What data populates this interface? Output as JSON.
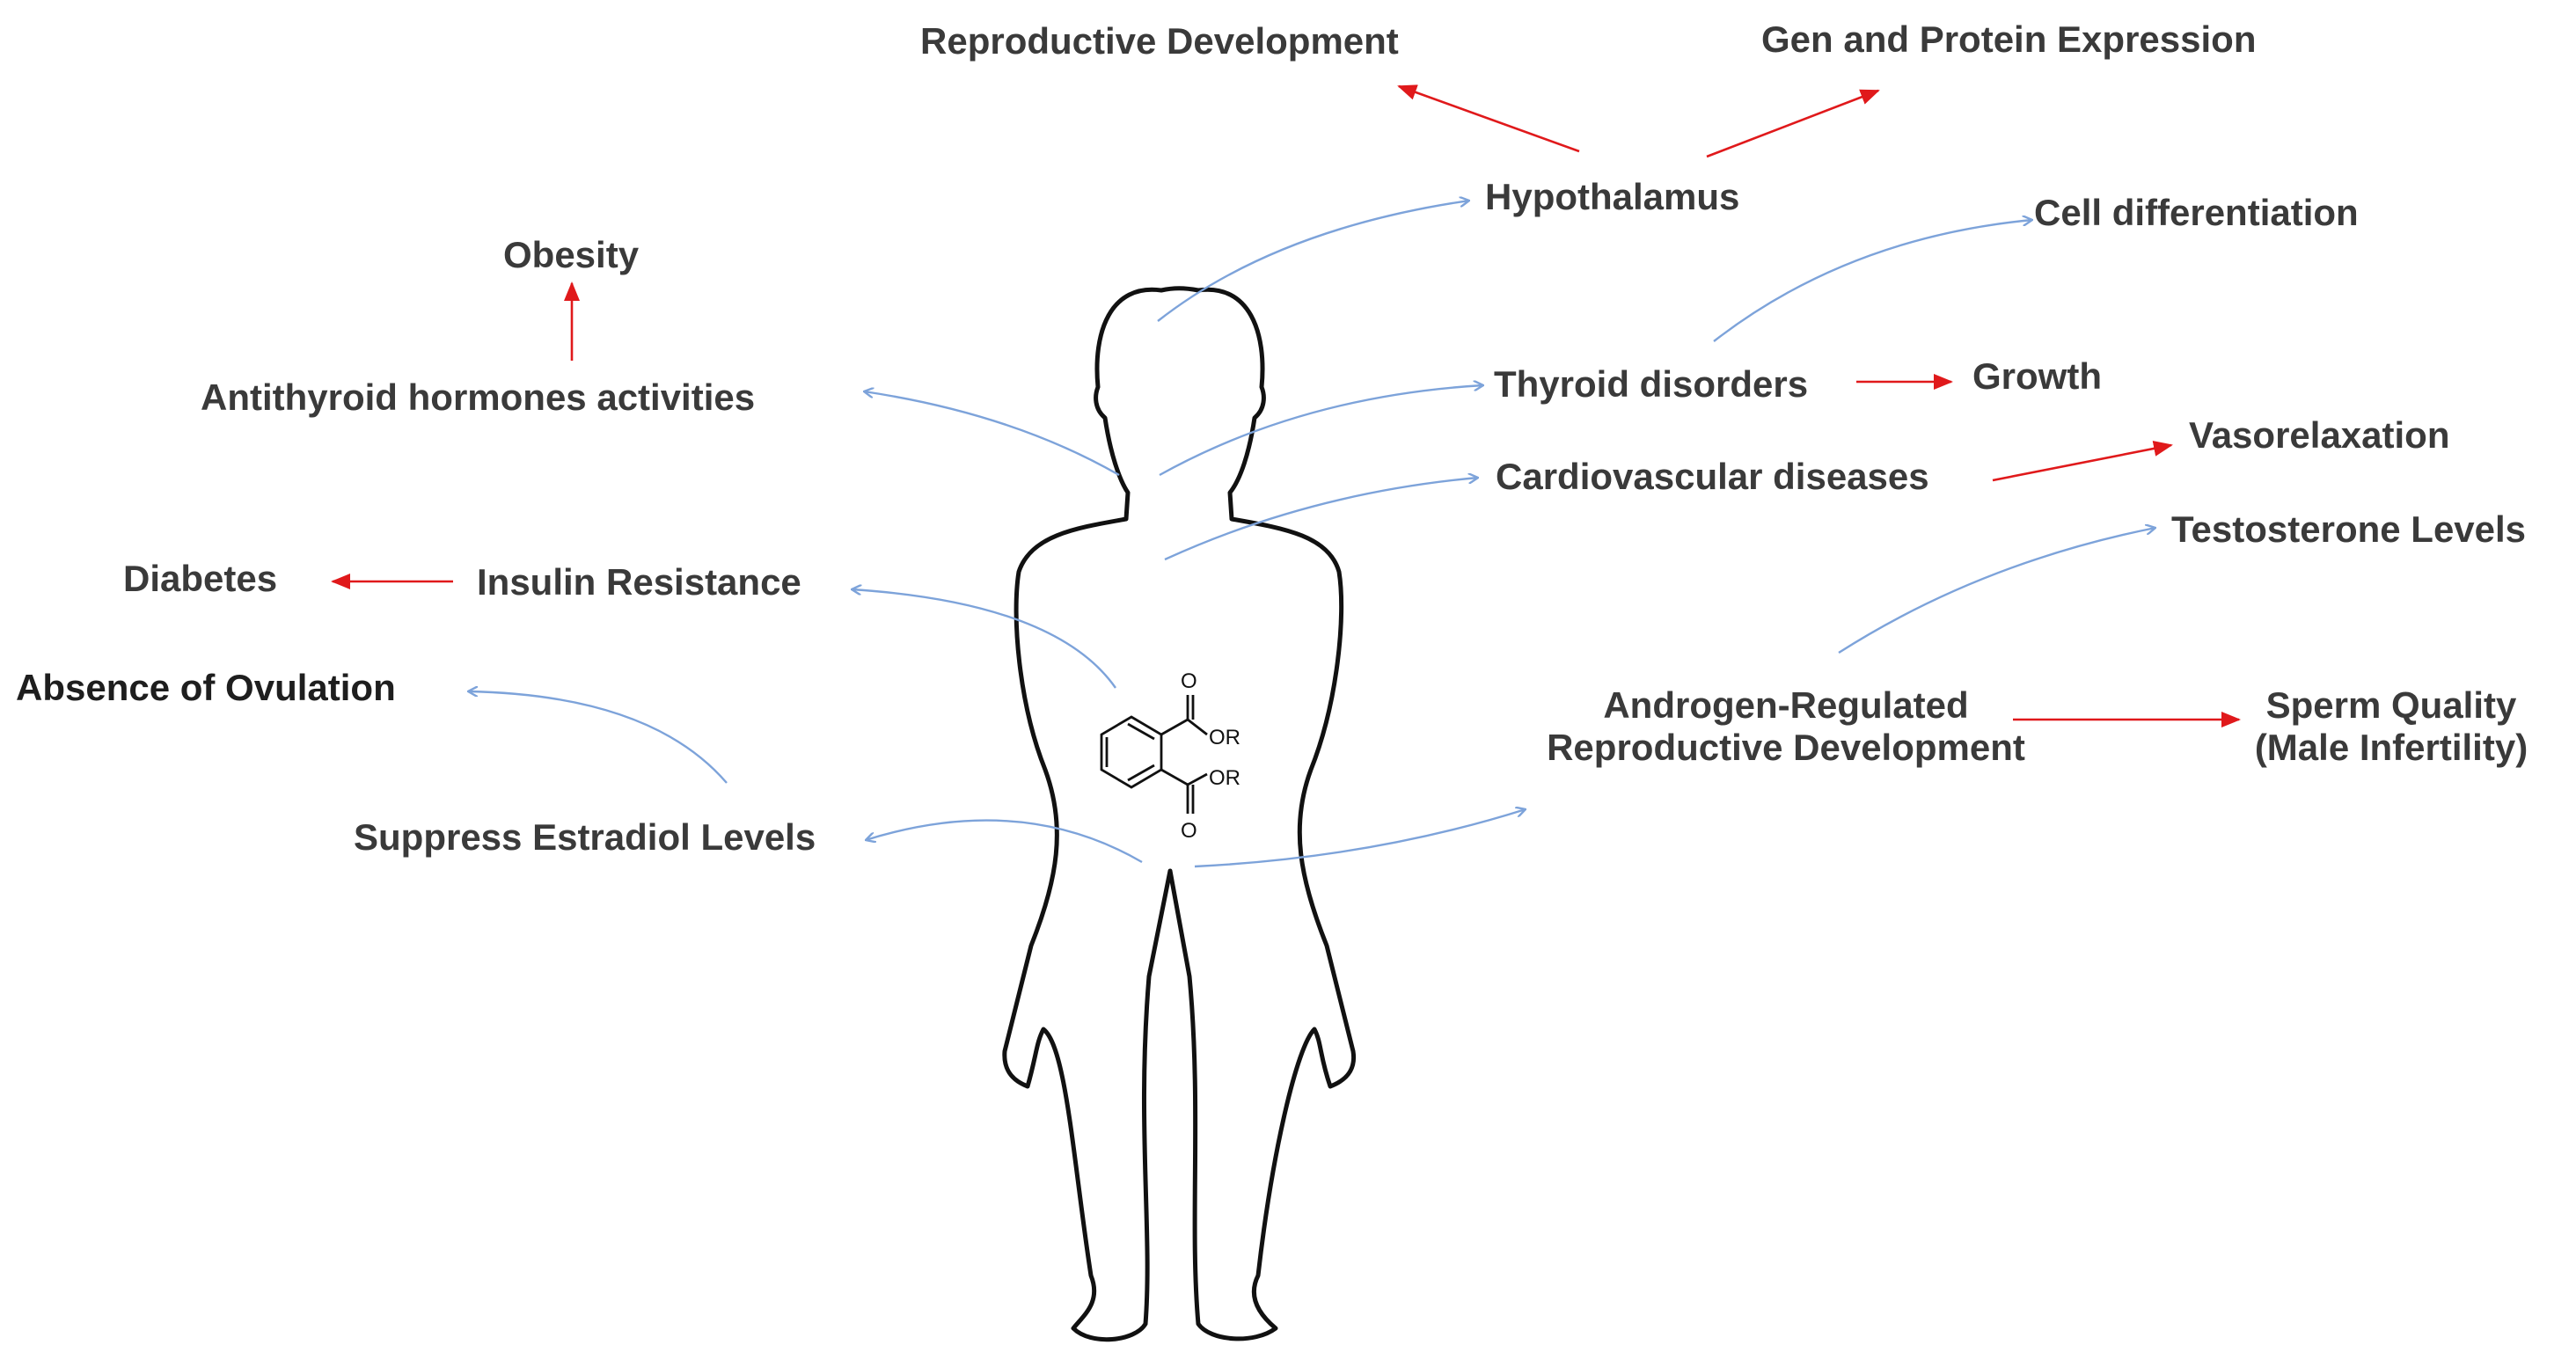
{
  "labels": {
    "reproductive_development": "Reproductive Development",
    "gen_protein_expression": "Gen and Protein Expression",
    "hypothalamus": "Hypothalamus",
    "cell_differentiation": "Cell differentiation",
    "obesity": "Obesity",
    "antithyroid": "Antithyroid hormones activities",
    "thyroid_disorders": "Thyroid disorders",
    "growth": "Growth",
    "cardiovascular": "Cardiovascular diseases",
    "vasorelaxation": "Vasorelaxation",
    "testosterone": "Testosterone Levels",
    "diabetes": "Diabetes",
    "insulin_resistance": "Insulin Resistance",
    "absence_ovulation": "Absence of Ovulation",
    "androgen_line1": "Androgen-Regulated",
    "androgen_line2": "Reproductive Development",
    "sperm_line1": "Sperm Quality",
    "sperm_line2": "(Male Infertility)",
    "estradiol": "Suppress Estradiol  Levels"
  },
  "molecule": {
    "o_top": "O",
    "or_top": "OR",
    "or_bottom": "OR",
    "o_bottom": "O"
  },
  "colors": {
    "effect_arrow": "#e0191b",
    "target_arrow": "#7da3da",
    "text": "#3a3a3a",
    "outline": "#111111"
  }
}
